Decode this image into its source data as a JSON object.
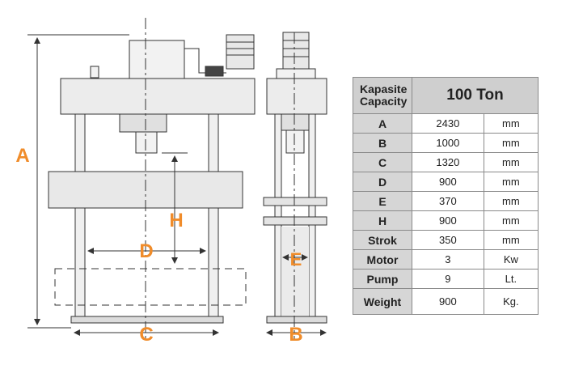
{
  "diagram": {
    "labels": {
      "A": "A",
      "B": "B",
      "C": "C",
      "D": "D",
      "E": "E",
      "H": "H"
    },
    "accent_color": "#f08c2a"
  },
  "spec_table": {
    "header": {
      "label_line1": "Kapasite",
      "label_line2": "Capacity",
      "value": "100 Ton"
    },
    "rows": [
      {
        "key": "A",
        "value": "2430",
        "unit": "mm"
      },
      {
        "key": "B",
        "value": "1000",
        "unit": "mm"
      },
      {
        "key": "C",
        "value": "1320",
        "unit": "mm"
      },
      {
        "key": "D",
        "value": "900",
        "unit": "mm"
      },
      {
        "key": "E",
        "value": "370",
        "unit": "mm"
      },
      {
        "key": "H",
        "value": "900",
        "unit": "mm"
      },
      {
        "key": "Strok",
        "value": "350",
        "unit": "mm"
      },
      {
        "key": "Motor",
        "value": "3",
        "unit": "Kw"
      },
      {
        "key": "Pump",
        "value": "9",
        "unit": "Lt."
      },
      {
        "key": "Weight",
        "value": "900",
        "unit": "Kg."
      }
    ]
  }
}
